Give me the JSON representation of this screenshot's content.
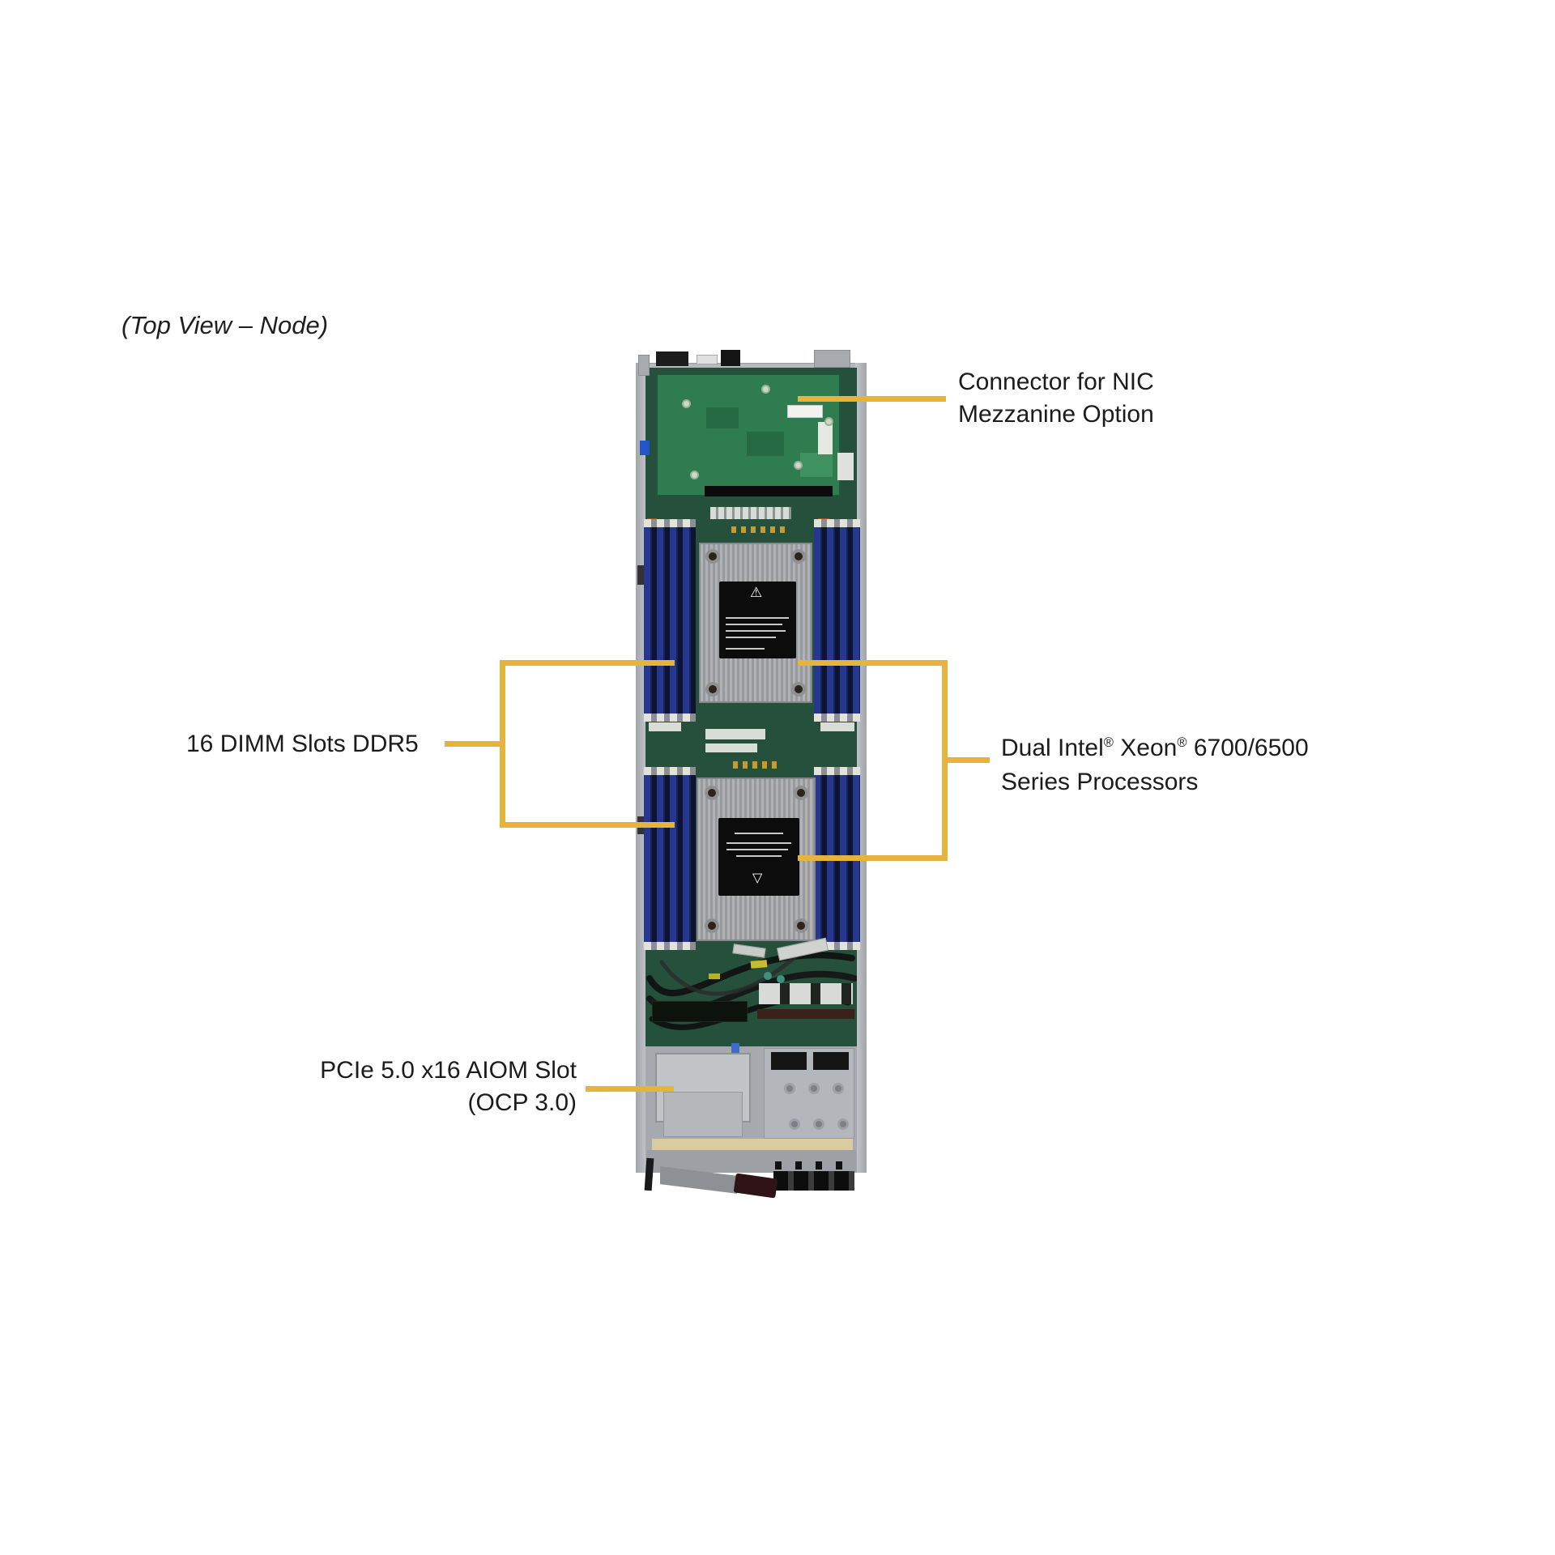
{
  "page": {
    "title": "(Top View – Node)"
  },
  "colors": {
    "callout_yellow": "#E6B43C",
    "mezzanine_pcb_green": "#2E7C50",
    "motherboard_green": "#24503C",
    "dimm_blue": "#25378F",
    "chassis_gray": "#B6BABE"
  },
  "callouts": {
    "nic": {
      "line1": "Connector for NIC",
      "line2": "Mezzanine Option"
    },
    "dimm": {
      "label": "16 DIMM Slots DDR5"
    },
    "cpu": {
      "part1": "Dual Intel",
      "reg1": "®",
      "part2": " Xeon",
      "reg2": "®",
      "part3": " 6700/6500",
      "line2": "Series Processors"
    },
    "aiom": {
      "line1": "PCIe 5.0 x16 AIOM Slot",
      "line2": "(OCP 3.0)"
    }
  }
}
